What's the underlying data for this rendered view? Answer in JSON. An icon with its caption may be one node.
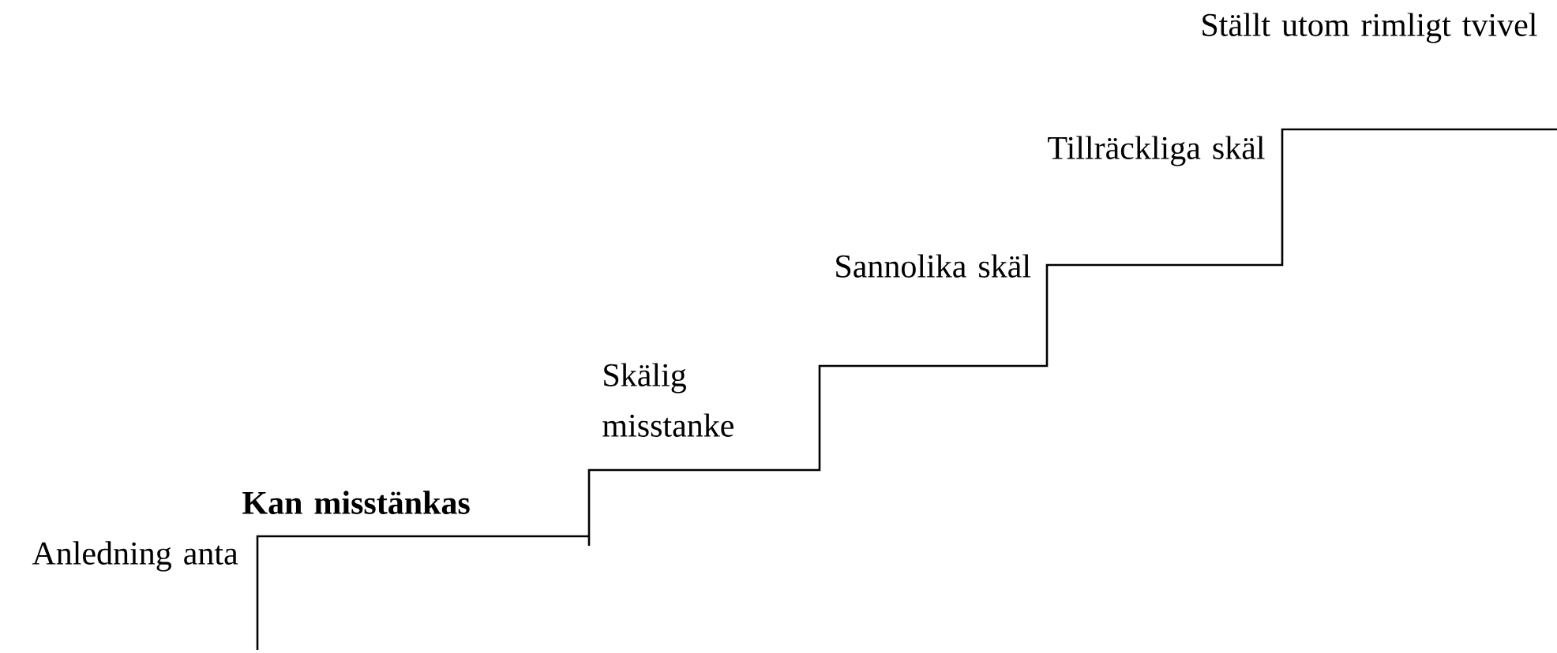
{
  "diagram": {
    "labels": [
      "Anledning anta",
      "Kan misstänkas",
      "Skälig misstanke",
      "Sannolika skäl",
      "Tillräckliga skäl",
      "Ställt utom rimligt tvivel"
    ]
  }
}
